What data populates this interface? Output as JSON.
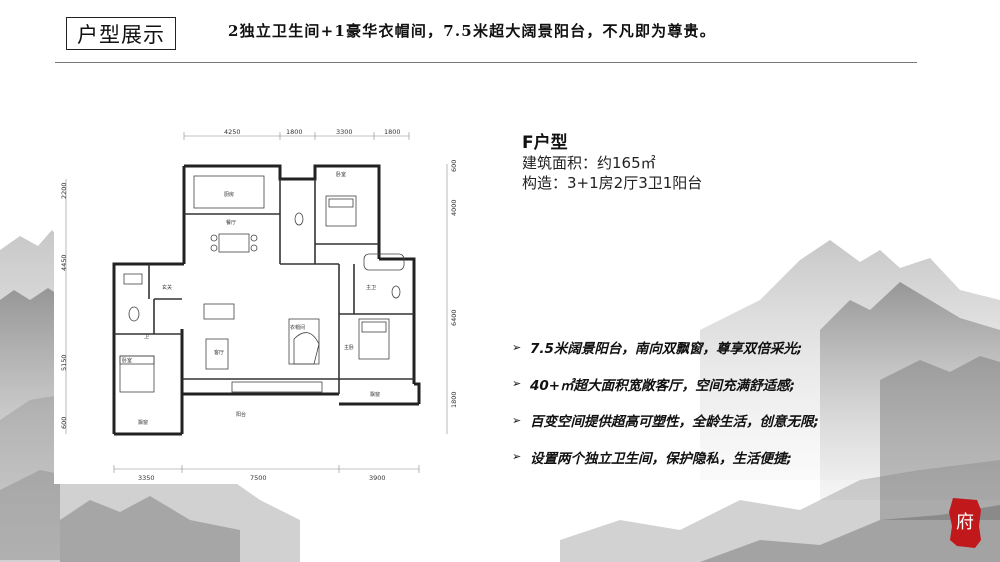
{
  "header": {
    "title": "户型展示",
    "tagline": "2独立卫生间+1豪华衣帽间，7.5米超大阔景阳台，不凡即为尊贵。"
  },
  "unit": {
    "name": "F户型",
    "area": "建筑面积：约165㎡",
    "structure": "构造：3+1房2厅3卫1阳台"
  },
  "features": [
    "7.5米阔景阳台，南向双飘窗，尊享双倍采光;",
    "40+㎡超大面积宽敞客厅，空间充满舒适感;",
    "百变空间提供超高可塑性，全龄生活，创意无限;",
    "设置两个独立卫生间，保护隐私，生活便捷;"
  ],
  "floorplan": {
    "top_dimensions": [
      "4250",
      "1800",
      "3300",
      "1800"
    ],
    "bottom_dimensions": [
      "3350",
      "7500",
      "3900"
    ],
    "left_dimensions": [
      "2200",
      "4450",
      "5150",
      "600"
    ],
    "right_dimensions": [
      "600",
      "4000",
      "6400",
      "1800"
    ],
    "room_labels": [
      "厨房",
      "餐厅",
      "卧室",
      "玄关",
      "卫",
      "客厅",
      "衣帽间",
      "卧室",
      "主卧",
      "阳台",
      "主卫",
      "飘窗",
      "飘窗"
    ]
  },
  "seal": {
    "char": "府",
    "color": "#c0181b"
  },
  "colors": {
    "accent": "#c0181b",
    "rule": "#777777"
  }
}
